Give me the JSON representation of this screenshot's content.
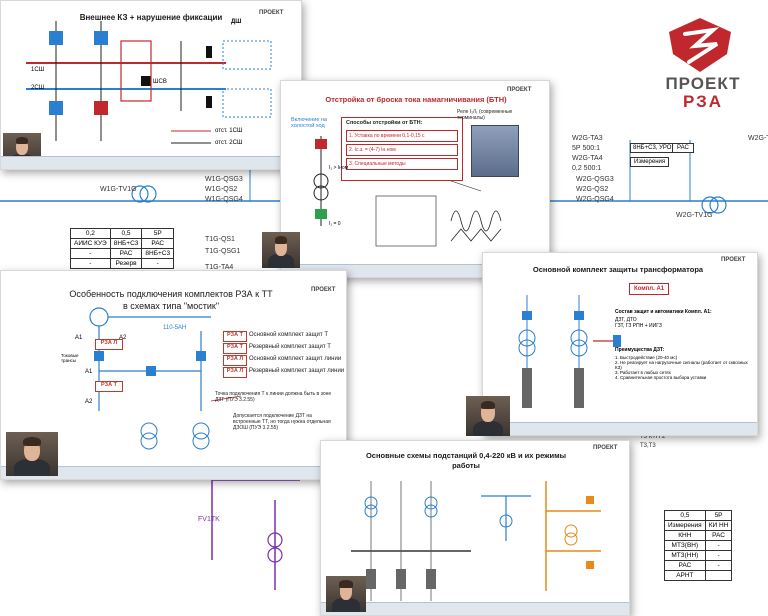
{
  "brand": {
    "line1": "ПРОЕКТ",
    "line2": "РЗА",
    "mark_color": "#c0282e"
  },
  "slides": {
    "s1": {
      "title": "Внешнее КЗ + нарушение фиксации",
      "corner": "ДШ",
      "labels": [
        "1СШ",
        "2СШ",
        "ШСВ",
        "отст. 1СШ",
        "отст. 2СШ"
      ]
    },
    "s2": {
      "title": "Отстройка от броска тока намагничивания (БТН)",
      "box_title": "Способы отстройки от БТН:",
      "items": [
        "1. Уставка по времени 0,1-0,15 с",
        "2. Iс.з. = (4-7) Iн.ном",
        "3. Специальные методы"
      ],
      "side": "Реле I₂/I₁ (современные терминалы)",
      "labels": [
        "Включение на холостой ход",
        "I₁ > Iном",
        "I₁ = 0"
      ]
    },
    "s3": {
      "title_line1": "Особенность подключения комплектов РЗА к ТТ",
      "title_line2": "в схемах типа \"мостик\"",
      "bus": "110-5АН",
      "legend": [
        {
          "tag": "РЗА Т",
          "text": "Основной комплект защит Т"
        },
        {
          "tag": "РЗА Т",
          "text": "Резервный комплект защит Т"
        },
        {
          "tag": "РЗА Л",
          "text": "Основной комплект защит линии"
        },
        {
          "tag": "РЗА Л",
          "text": "Резервный комплект защит линии"
        }
      ],
      "note1": "Точка подключения Т к линии должна быть в зоне ДЗТ (ПУЭ 3.2.55)",
      "note2": "Допускается подключение ДЗТ на встроенные ТТ, но тогда нужна отдельная ДЗОШ (ПУЭ 3.2.55)",
      "sides": [
        "А1",
        "А2",
        "А1",
        "А2"
      ],
      "ct_label": "Токовые трансы"
    },
    "s4": {
      "title": "Основной комплект защиты трансформатора",
      "box": "Компл. А1",
      "composition_title": "Состав защит и автоматики Компл. А1:",
      "composition": "ДЗТ, ДТО\nГЗТ, ГЗ РПН + ИИГЗ",
      "adv_title": "Преимущества ДЗТ:",
      "adv": [
        "1. Быстродействие (20-40 мс)",
        "2. Не реагирует на нагрузочные сигналы (работает от сквозных КЗ)",
        "3. Работает в любых сетях",
        "4. Сравнительная простота выбора уставки"
      ]
    },
    "s5": {
      "title_line1": "Основные схемы подстанций 0,4-220 кВ и их режимы",
      "title_line2": "работы"
    }
  },
  "background": {
    "labels_top": [
      "W2G-TA3",
      "5Р 500:1",
      "W2G-TA4",
      "0,2 500:1",
      "W2G-QSG3",
      "W2G-QS2",
      "W2G-QSG4",
      "W2G-TV1G"
    ],
    "labels_left": [
      "W1G-TV1G",
      "W1G-QSG3",
      "W1G-QS2",
      "W1G-QSG4",
      "T1G-QS1",
      "T1G-QSG1",
      "T1G-TA4"
    ],
    "boxes_right": [
      "8НБ+С3, УРОВ",
      "РАС",
      "Измерения"
    ],
    "table_left": [
      [
        "0,2",
        "0,5",
        "5Р"
      ],
      [
        "АИИС КУЭ",
        "8НБ+С3",
        "РАС"
      ],
      [
        "-",
        "РАС",
        "8НБ+С3"
      ],
      [
        "-",
        "Резерв",
        "-"
      ]
    ],
    "table_right": [
      [
        "0,5",
        "5Р"
      ],
      [
        "Измерения",
        "КИ НН"
      ],
      [
        "КНН",
        "РАС"
      ],
      [
        "МТЗ(ВН)",
        "-"
      ],
      [
        "МТЗ(НН)",
        "-"
      ],
      [
        "РАС",
        "-"
      ],
      [
        "АРНТ",
        ""
      ]
    ],
    "small_right": [
      "T3 КТН 2",
      "T3,T3"
    ],
    "bottom_left": "FV1TK"
  }
}
